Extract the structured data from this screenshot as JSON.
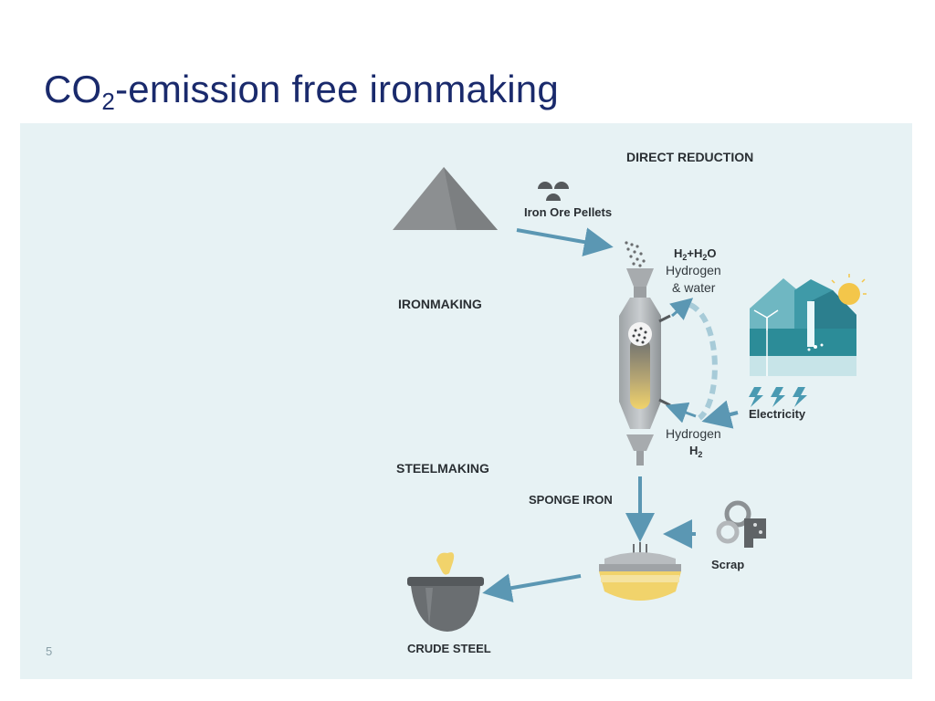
{
  "slide": {
    "title_prefix": "CO",
    "title_sub": "2",
    "title_suffix": "-emission free ironmaking",
    "page_number": "5"
  },
  "diagram": {
    "labels": {
      "direct_reduction": "DIRECT REDUCTION",
      "iron_ore_pellets": "Iron Ore Pellets",
      "ironmaking": "IRONMAKING",
      "steelmaking": "STEELMAKING",
      "sponge_iron": "SPONGE IRON",
      "crude_steel": "CRUDE STEEL",
      "scrap": "Scrap",
      "electricity": "Electricity",
      "h2_h2o_parts": [
        "H",
        "2",
        "+H",
        "2",
        "O"
      ],
      "hydrogen_water_line1": "Hydrogen",
      "hydrogen_water_line2": "& water",
      "hydrogen": "Hydrogen",
      "h2_parts": [
        "H",
        "2"
      ]
    },
    "colors": {
      "arrow": "#5b97b3",
      "panel": "#e7f2f4",
      "title": "#1a2a6c",
      "ore_grey": "#8c8f91",
      "molten": "#f1d36b",
      "sun": "#f3c64a"
    },
    "icons": [
      "ore-pile-icon",
      "pellets-icon",
      "shaft-furnace-icon",
      "renewables-landscape-icon",
      "lightning-icon",
      "scrap-icon",
      "electric-arc-furnace-icon",
      "ladle-icon"
    ]
  }
}
